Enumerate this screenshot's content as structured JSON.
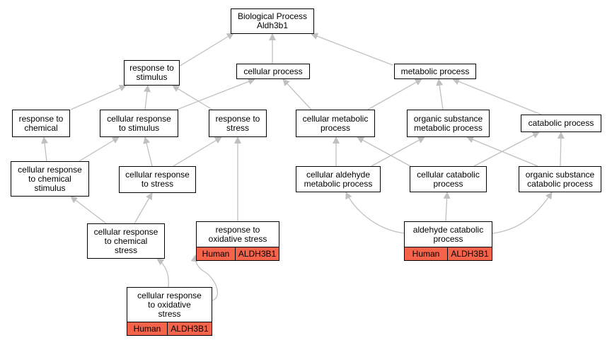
{
  "nodes": {
    "root": "Biological Process\nAldh3b1",
    "response_to_stimulus": "response to\nstimulus",
    "cellular_process": "cellular process",
    "metabolic_process": "metabolic process",
    "response_to_chemical": "response to\nchemical",
    "cellular_response_to_stimulus": "cellular response\nto stimulus",
    "response_to_stress": "response to\nstress",
    "cellular_metabolic_process": "cellular metabolic\nprocess",
    "organic_substance_metabolic_process": "organic substance\nmetabolic process",
    "catabolic_process": "catabolic process",
    "cellular_response_to_chemical_stimulus": "cellular response\nto chemical\nstimulus",
    "cellular_response_to_stress": "cellular response\nto stress",
    "cellular_aldehyde_metabolic_process": "cellular aldehyde\nmetabolic process",
    "cellular_catabolic_process": "cellular catabolic\nprocess",
    "organic_substance_catabolic_process": "organic substance\ncatabolic process",
    "cellular_response_to_chemical_stress": "cellular response\nto chemical\nstress",
    "response_to_oxidative_stress": "response to\noxidative stress",
    "aldehyde_catabolic_process": "aldehyde catabolic\nprocess",
    "cellular_response_to_oxidative_stress": "cellular response\nto oxidative\nstress"
  },
  "annotation": {
    "species": "Human",
    "gene": "ALDH3B1",
    "color": "#f4634a"
  },
  "colors": {
    "edge": "#c0c0c0",
    "border": "#000000"
  }
}
